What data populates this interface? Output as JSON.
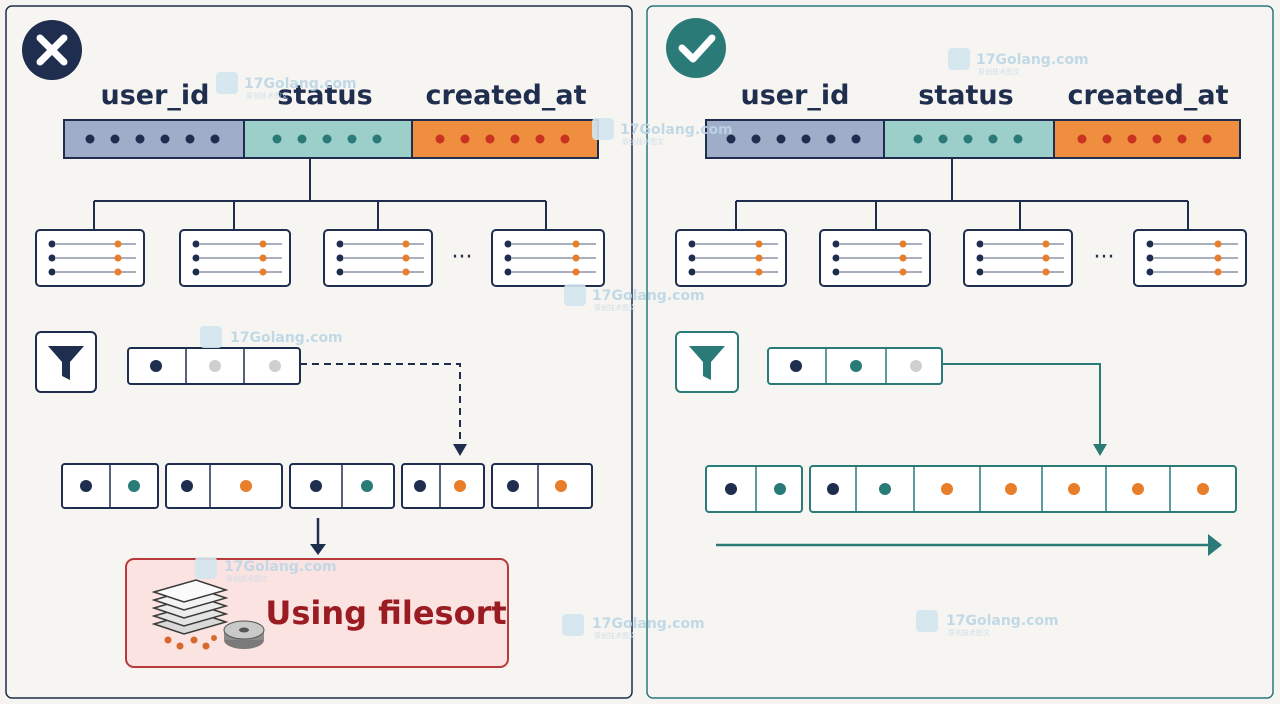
{
  "columns": [
    "user_id",
    "status",
    "created_at"
  ],
  "ellipsis": "···",
  "bad_panel": {
    "icon": "x-mark-icon",
    "result_label": "Using filesort"
  },
  "good_panel": {
    "icon": "check-mark-icon"
  },
  "watermark": {
    "text": "17Golang.com",
    "subtext": "原创技术图文"
  },
  "colors": {
    "navy": "#1f2d4e",
    "teal": "#2a7a78",
    "orange": "#e87d2a",
    "gray_dot": "#cfcfcf",
    "col_user": "#9fadc8",
    "col_status": "#9dcfca",
    "col_created": "#ef8e3f",
    "bad_border": "#b73a3d",
    "bad_fill": "#fbe3e1"
  }
}
